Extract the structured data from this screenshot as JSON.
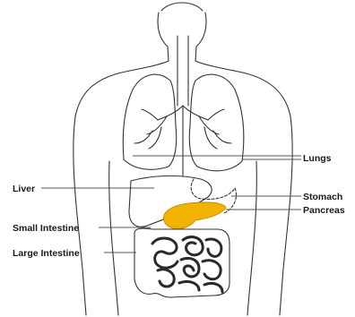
{
  "labels": {
    "lungs": "Lungs",
    "liver": "Liver",
    "stomach": "Stomach",
    "pancreas": "Pancreas",
    "small_intestine": "Small Intestine",
    "large_intestine": "Large Intestine"
  },
  "colors": {
    "outline": "#333333",
    "highlight": "#f2b200",
    "leader_line": "#555555"
  },
  "highlighted_organ": "pancreas"
}
